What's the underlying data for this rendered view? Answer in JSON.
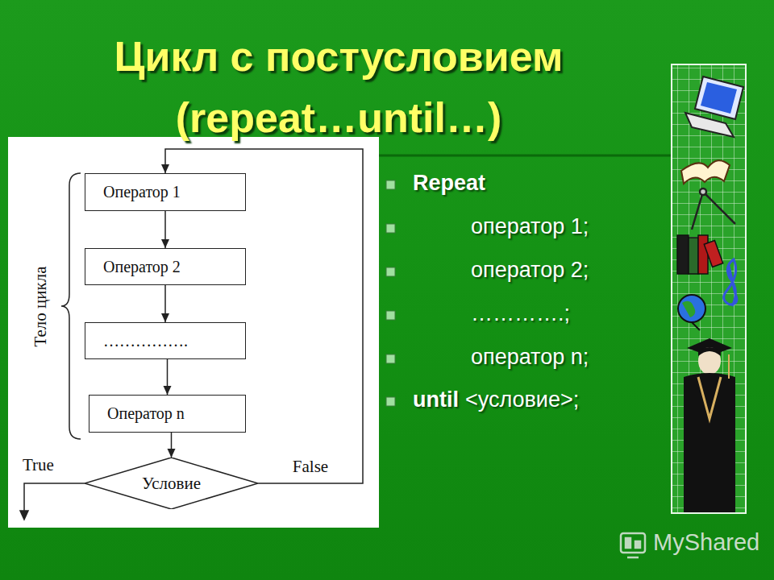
{
  "diagram": {
    "title": "Цикл с постусловием (repeat…until…)",
    "nodes": [
      {
        "text": [
          "Оператор 1"
        ]
      },
      {
        "text": [
          "Оператор 2"
        ]
      },
      {
        "text": [
          "……………."
        ]
      },
      {
        "text": [
          "Оператор n"
        ]
      },
      {
        "text": [
          "Условие"
        ]
      }
    ],
    "edges": [
      {
        "from": 0,
        "to": 1,
        "arrow": "to"
      },
      {
        "from": 1,
        "to": 2,
        "arrow": "to"
      },
      {
        "from": 2,
        "to": 3,
        "arrow": "to"
      },
      {
        "from": 3,
        "to": 4,
        "arrow": "to"
      },
      {
        "from": 4,
        "to": 0,
        "label": "False",
        "arrow": "to"
      }
    ],
    "labels": [
      "Тело цикла",
      "True",
      "Repeat",
      "оператор 1;",
      "оператор 2;",
      "………….;",
      "оператор n;",
      "until",
      "<условие>;",
      "MyShared"
    ]
  }
}
